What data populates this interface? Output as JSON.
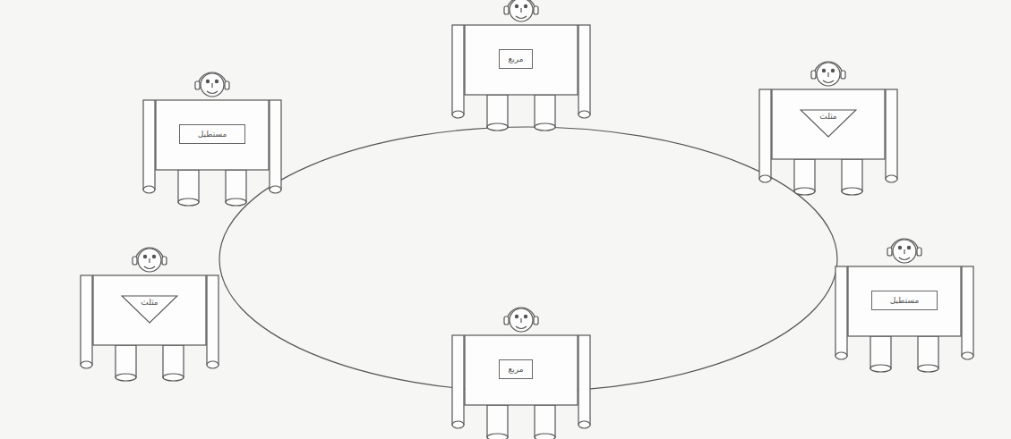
{
  "diagram": {
    "nodes": [
      {
        "text": [
          "مربع"
        ]
      },
      {
        "text": [
          "مستطيل"
        ]
      },
      {
        "text": [
          "مثلث"
        ]
      },
      {
        "text": [
          "مثلث"
        ]
      },
      {
        "text": [
          "مستطيل"
        ]
      },
      {
        "text": [
          "مربع"
        ]
      }
    ]
  }
}
